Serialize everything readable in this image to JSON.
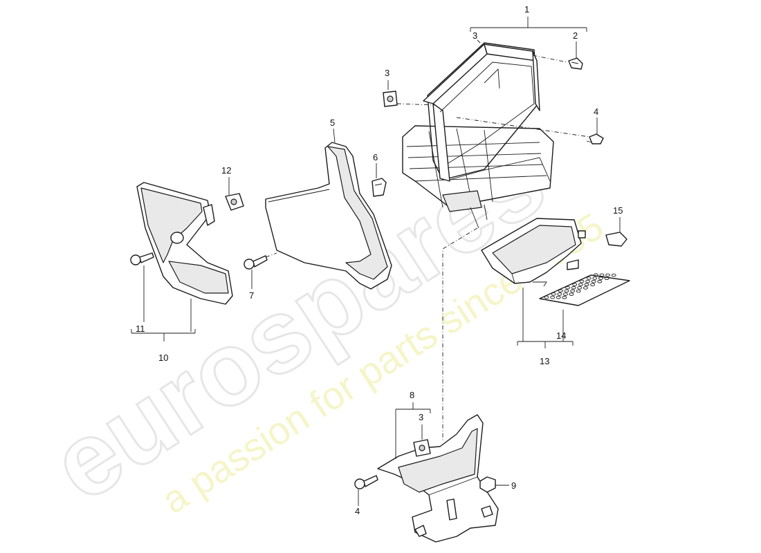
{
  "watermark": {
    "brand": "eurospares",
    "tagline": "a passion for parts since 1985"
  },
  "callouts": {
    "c1": "1",
    "c2": "2",
    "c3_top": "3",
    "c3_left": "3",
    "c3_bottom": "3",
    "c4_right": "4",
    "c4_bottom": "4",
    "c5": "5",
    "c6": "6",
    "c7": "7",
    "c8": "8",
    "c9": "9",
    "c10": "10",
    "c11": "11",
    "c12": "12",
    "c13": "13",
    "c14": "14",
    "c15": "15"
  },
  "colors": {
    "line": "#1a1a1a",
    "shade": "#cfcfcf",
    "watermark_tagline": "#f2f2b8"
  }
}
